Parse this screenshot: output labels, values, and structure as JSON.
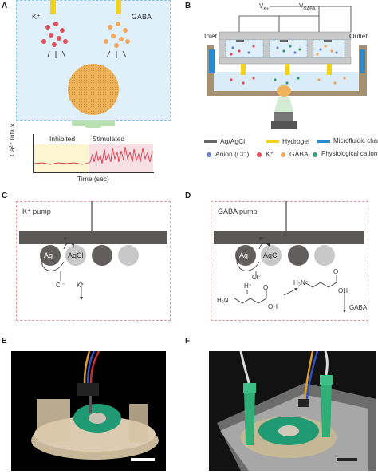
{
  "panels": {
    "A": {
      "label": "A",
      "k_label": "K⁺",
      "gaba_label": "GABA",
      "trace_ylabel": "Ca²⁺ Influx",
      "inhibited": "Inhibited",
      "stimulated": "Stimulated",
      "xlabel": "Time (sec)"
    },
    "B": {
      "label": "B",
      "vk": "V",
      "vk_sub": "K+",
      "vgaba": "V",
      "vgaba_sub": "GABA",
      "inlet": "Inlet",
      "outlet": "Outlet"
    },
    "legend": {
      "agagcl": "Ag/AgCl",
      "hydrogel": "Hydrogel",
      "microfluidic": "Microfluidic channel",
      "anion": "Anion (Cl⁻)",
      "k": "K⁺",
      "gaba": "GABA",
      "cation": "Physiological cation"
    },
    "C": {
      "label": "C",
      "title": "K⁺ pump",
      "ag": "Ag",
      "agcl": "AgCl",
      "electron": "e⁻",
      "cl": "Cl⁻",
      "k": "K⁺"
    },
    "D": {
      "label": "D",
      "title": "GABA pump",
      "ag": "Ag",
      "agcl": "AgCl",
      "electron": "e⁻",
      "cl": "Cl⁻",
      "h": "H⁺",
      "h2n_left": "H₂N",
      "oh_left": "OH",
      "o_left": "O",
      "h3n_right": "H₃N⁺",
      "o_right": "O",
      "oh_right": "OH",
      "gaba": "GABA"
    },
    "E": {
      "label": "E"
    },
    "F": {
      "label": "F"
    }
  },
  "colors": {
    "k_dot": "#e0505a",
    "gaba_dot": "#f3a75a",
    "anion_dot": "#6f7fc8",
    "cation_dot": "#3a9a78",
    "hydrogel": "#f2d21b",
    "channel": "#2a8ad0",
    "cell": "#eeb35a"
  }
}
